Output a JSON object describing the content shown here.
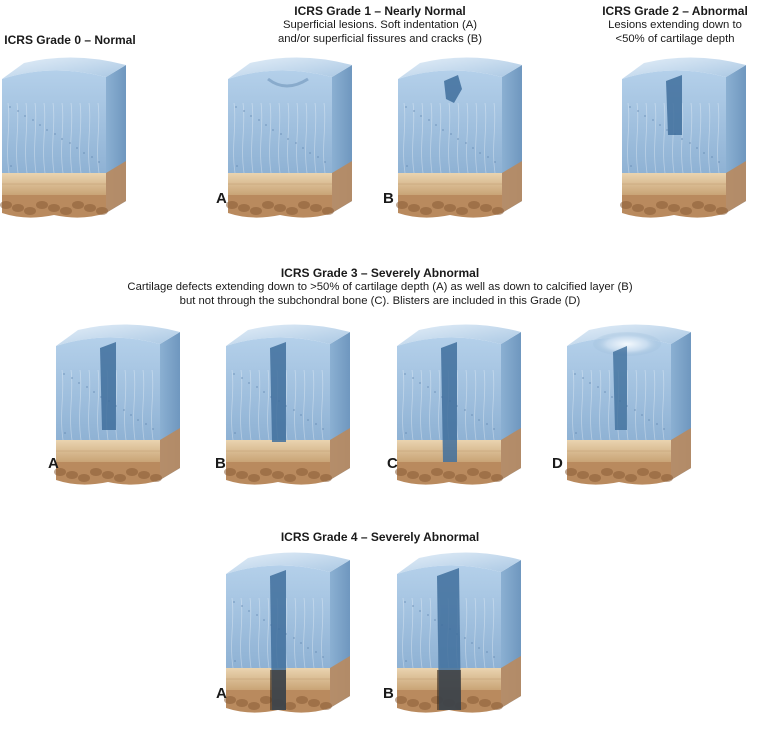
{
  "grade0": {
    "title": "ICRS Grade 0 – Normal"
  },
  "grade1": {
    "title": "ICRS Grade 1 – Nearly Normal",
    "line1": "Superficial lesions. Soft indentation (A)",
    "line2": "and/or superficial fissures and cracks (B)",
    "labels": [
      "A",
      "B"
    ]
  },
  "grade2": {
    "title": "ICRS Grade 2 – Abnormal",
    "line1": "Lesions extending down to",
    "line2": "<50% of cartilage depth"
  },
  "grade3": {
    "title": "ICRS Grade 3 – Severely Abnormal",
    "line1": "Cartilage defects extending down to >50% of cartilage depth (A) as well as down to calcified layer (B)",
    "line2": "but not through the subchondral bone (C). Blisters are included in this Grade (D)",
    "labels": [
      "A",
      "B",
      "C",
      "D"
    ]
  },
  "grade4": {
    "title": "ICRS Grade 4 – Severely Abnormal",
    "labels": [
      "A",
      "B"
    ]
  },
  "colors": {
    "cartilage_front": "#9fbfdc",
    "cartilage_top": "#c6dcef",
    "cartilage_side": "#7fa3c6",
    "defect": "#3f6f9c",
    "calcified": "#e3c9a1",
    "bone": "#b98a5e"
  }
}
